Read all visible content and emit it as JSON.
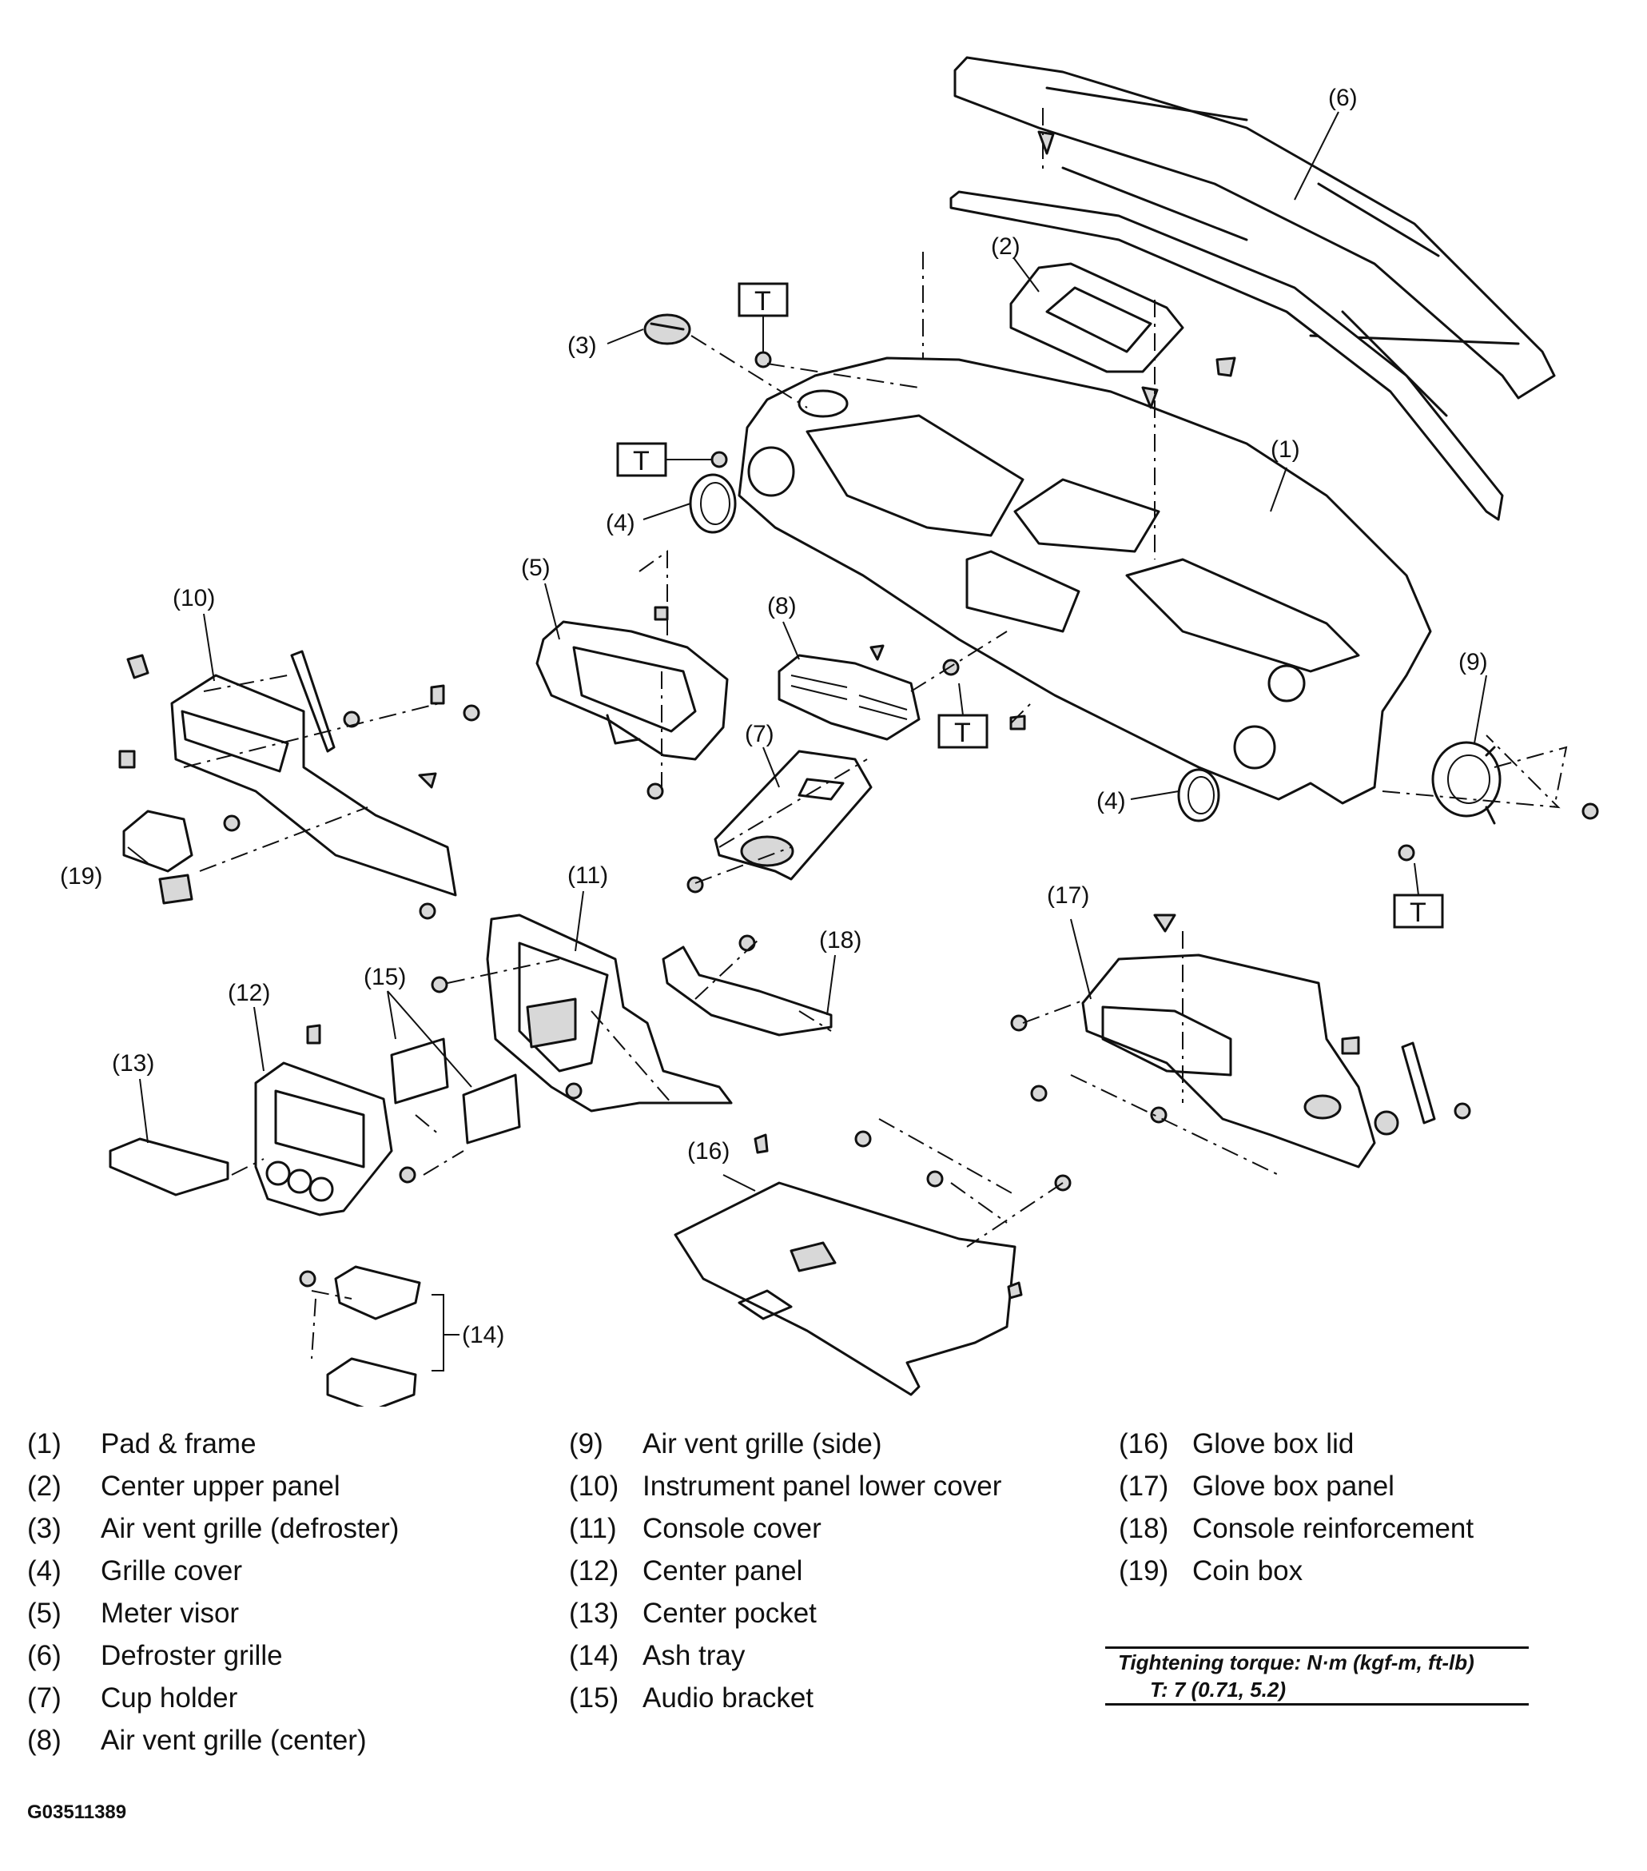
{
  "diagram": {
    "callouts": [
      "(1)",
      "(2)",
      "(3)",
      "(4)",
      "(4)",
      "(5)",
      "(6)",
      "(7)",
      "(8)",
      "(9)",
      "(10)",
      "(11)",
      "(12)",
      "(13)",
      "(14)",
      "(15)",
      "(16)",
      "(17)",
      "(18)",
      "(19)"
    ],
    "torque_marker": "T"
  },
  "legend": {
    "col1": [
      {
        "num": "(1)",
        "text": "Pad & frame"
      },
      {
        "num": "(2)",
        "text": "Center upper panel"
      },
      {
        "num": "(3)",
        "text": "Air vent grille (defroster)"
      },
      {
        "num": "(4)",
        "text": "Grille cover"
      },
      {
        "num": "(5)",
        "text": "Meter visor"
      },
      {
        "num": "(6)",
        "text": "Defroster grille"
      },
      {
        "num": "(7)",
        "text": "Cup holder"
      },
      {
        "num": "(8)",
        "text": "Air vent grille (center)"
      }
    ],
    "col2": [
      {
        "num": "(9)",
        "text": "Air vent grille (side)"
      },
      {
        "num": "(10)",
        "text": "Instrument panel lower cover"
      },
      {
        "num": "(11)",
        "text": "Console cover"
      },
      {
        "num": "(12)",
        "text": "Center panel"
      },
      {
        "num": "(13)",
        "text": "Center pocket"
      },
      {
        "num": "(14)",
        "text": "Ash tray"
      },
      {
        "num": "(15)",
        "text": "Audio bracket"
      }
    ],
    "col3": [
      {
        "num": "(16)",
        "text": "Glove box lid"
      },
      {
        "num": "(17)",
        "text": "Glove box panel"
      },
      {
        "num": "(18)",
        "text": "Console reinforcement"
      },
      {
        "num": "(19)",
        "text": "Coin box"
      }
    ]
  },
  "torque": {
    "heading": "Tightening torque: N·m (kgf-m, ft-lb)",
    "spec": "T:   7 (0.71, 5.2)"
  },
  "figure_code": "G03511389"
}
